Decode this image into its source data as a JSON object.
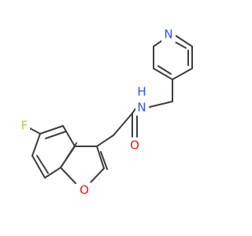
{
  "molecule": {
    "colors": {
      "bond": "#3d3d3d",
      "nitrogen": "#3050f8",
      "oxygen": "#ff0d0d",
      "fluorine": "#90e050",
      "hydrogen": "#3050f8"
    },
    "atoms": [
      {
        "id": "n_pyridine",
        "symbol": "N",
        "label": "N",
        "element": "nitrogen"
      },
      {
        "id": "n_amide",
        "symbol": "N",
        "label": "N",
        "element": "nitrogen"
      },
      {
        "id": "h_amide",
        "symbol": "H",
        "label": "H",
        "element": "hydrogen"
      },
      {
        "id": "o_carbonyl",
        "symbol": "O",
        "label": "O",
        "element": "oxygen"
      },
      {
        "id": "f_fluoro",
        "symbol": "F",
        "label": "F",
        "element": "fluorine"
      },
      {
        "id": "o_furan",
        "symbol": "O",
        "label": "O",
        "element": "oxygen"
      }
    ]
  }
}
